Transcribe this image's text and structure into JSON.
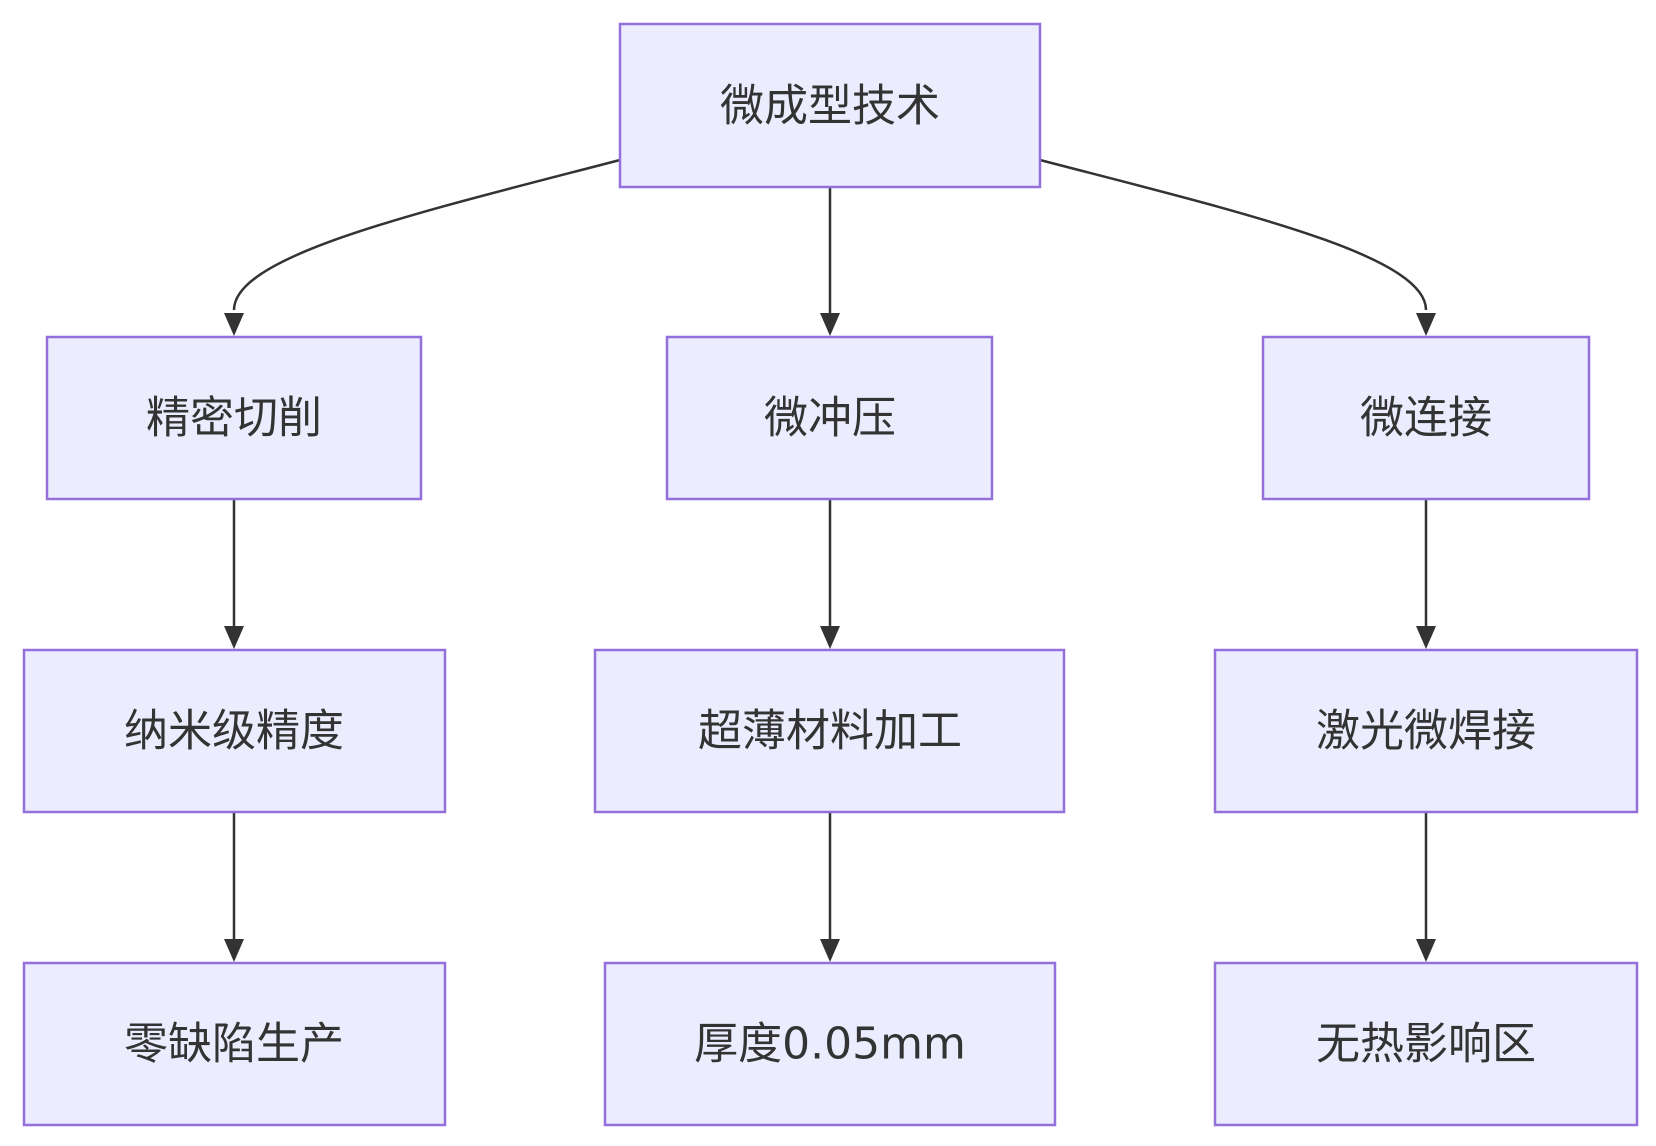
{
  "diagram": {
    "type": "flowchart-top-down",
    "colors": {
      "node_fill": "#ececff",
      "node_border": "#9370db",
      "edge": "#333333",
      "text": "#333333"
    },
    "nodes": {
      "root": "微成型技术",
      "cutting": "精密切削",
      "stamping": "微冲压",
      "joining": "微连接",
      "nano_precision": "纳米级精度",
      "ultrathin": "超薄材料加工",
      "laser_welding": "激光微焊接",
      "zero_defect": "零缺陷生产",
      "thickness": "厚度0.05mm",
      "no_haz": "无热影响区"
    },
    "edges": [
      {
        "from": "root",
        "to": "cutting"
      },
      {
        "from": "root",
        "to": "stamping"
      },
      {
        "from": "root",
        "to": "joining"
      },
      {
        "from": "cutting",
        "to": "nano_precision"
      },
      {
        "from": "nano_precision",
        "to": "zero_defect"
      },
      {
        "from": "stamping",
        "to": "ultrathin"
      },
      {
        "from": "ultrathin",
        "to": "thickness"
      },
      {
        "from": "joining",
        "to": "laser_welding"
      },
      {
        "from": "laser_welding",
        "to": "no_haz"
      }
    ]
  }
}
